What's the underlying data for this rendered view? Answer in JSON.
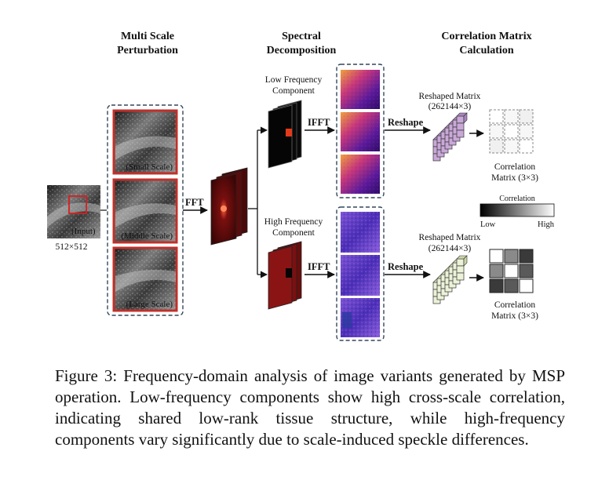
{
  "headers": {
    "multi_scale": [
      "Multi Scale",
      "Perturbation"
    ],
    "spectral": [
      "Spectral",
      "Decomposition"
    ],
    "correlation": [
      "Correlation Matrix",
      "Calculation"
    ]
  },
  "input": {
    "label": "(Input)",
    "size": "512×512"
  },
  "scales": [
    "(Small Scale)",
    "(Middle Scale)",
    "(Large Scale)"
  ],
  "ops": {
    "fft": "FFT",
    "ifft": "IFFT",
    "reshape": "Reshape"
  },
  "low": {
    "component": [
      "Low Frequency",
      "Component"
    ]
  },
  "high": {
    "component": [
      "High Frequency",
      "Component"
    ]
  },
  "reshaped_matrix": [
    "Reshaped Matrix",
    "(262144×3)"
  ],
  "correlation_matrix": [
    "Correlation",
    "Matrix (3×3)"
  ],
  "colorbar": {
    "title": "Correlation",
    "low": "Low",
    "high": "High"
  },
  "colors": {
    "border_red": "#c0302a",
    "dash": "#33475b",
    "low_cube": "#c9a8d8",
    "high_cube": "#ecf2d8"
  },
  "caption": "Figure 3: Frequency-domain analysis of image variants generated by MSP operation.  Low-frequency components show high cross-scale correlation, indicating shared low-rank tissue structure, while high-frequency components vary significantly due to scale-induced speckle differences."
}
